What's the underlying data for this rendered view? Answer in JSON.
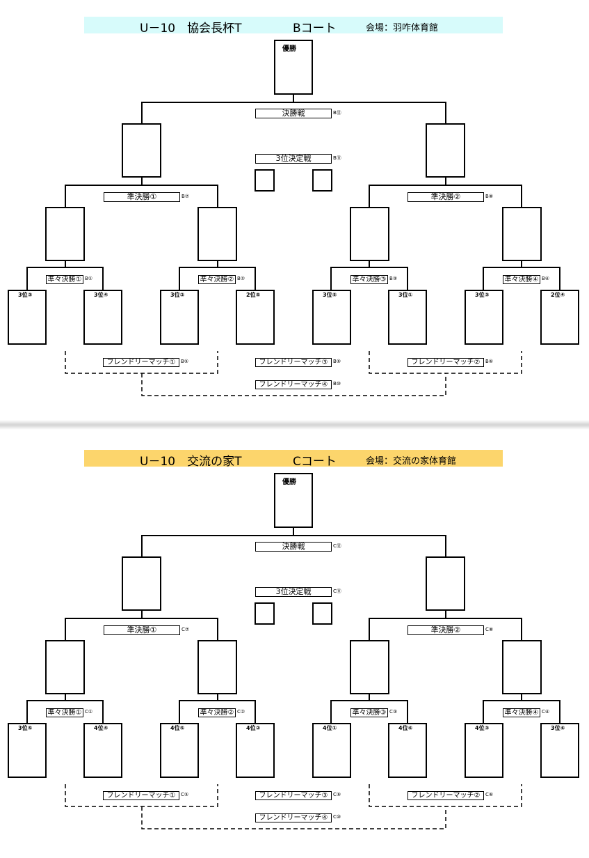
{
  "courts": [
    {
      "title_main": "U－10　協会長杯T",
      "title_court": "Bコート",
      "title_venue": "会場：羽咋体育館",
      "title_color": "#d7fbfb",
      "champion": "優勝",
      "final": {
        "label": "決勝戦",
        "code": "B⑫"
      },
      "third_place": {
        "label": "3位決定戦",
        "code": "B⑪"
      },
      "semis": [
        {
          "label": "準決勝①",
          "code": "B⑦"
        },
        {
          "label": "準決勝②",
          "code": "B⑧"
        }
      ],
      "quarters": [
        {
          "label": "準々決勝①",
          "code": "B①"
        },
        {
          "label": "準々決勝②",
          "code": "B②"
        },
        {
          "label": "準々決勝③",
          "code": "B③"
        },
        {
          "label": "準々決勝④",
          "code": "B④"
        }
      ],
      "seeds": [
        "3位③",
        "3位④",
        "3位②",
        "2位⑤",
        "3位⑤",
        "3位①",
        "3位③",
        "2位④"
      ],
      "friendly": [
        {
          "label": "フレンドリーマッチ①",
          "code": "B⑤"
        },
        {
          "label": "フレンドリーマッチ③",
          "code": "B⑨"
        },
        {
          "label": "フレンドリーマッチ②",
          "code": "B⑥"
        },
        {
          "label": "フレンドリーマッチ④",
          "code": "B⑩"
        }
      ]
    },
    {
      "title_main": "U－10　交流の家T",
      "title_court": "Cコート",
      "title_venue": "会場：交流の家体育館",
      "title_color": "#fcd56c",
      "champion": "優勝",
      "final": {
        "label": "決勝戦",
        "code": "C⑫"
      },
      "third_place": {
        "label": "3位決定戦",
        "code": "C⑪"
      },
      "semis": [
        {
          "label": "準決勝①",
          "code": "C⑦"
        },
        {
          "label": "準決勝②",
          "code": "C⑧"
        }
      ],
      "quarters": [
        {
          "label": "準々決勝①",
          "code": "C①"
        },
        {
          "label": "準々決勝②",
          "code": "C②"
        },
        {
          "label": "準々決勝③",
          "code": "C③"
        },
        {
          "label": "準々決勝④",
          "code": "C④"
        }
      ],
      "seeds": [
        "3位⑤",
        "4位④",
        "4位⑤",
        "4位②",
        "4位①",
        "4位⑥",
        "4位③",
        "3位⑥"
      ],
      "friendly": [
        {
          "label": "フレンドリーマッチ①",
          "code": "C⑤"
        },
        {
          "label": "フレンドリーマッチ③",
          "code": "C⑨"
        },
        {
          "label": "フレンドリーマッチ②",
          "code": "C⑥"
        },
        {
          "label": "フレンドリーマッチ④",
          "code": "C⑩"
        }
      ]
    }
  ]
}
